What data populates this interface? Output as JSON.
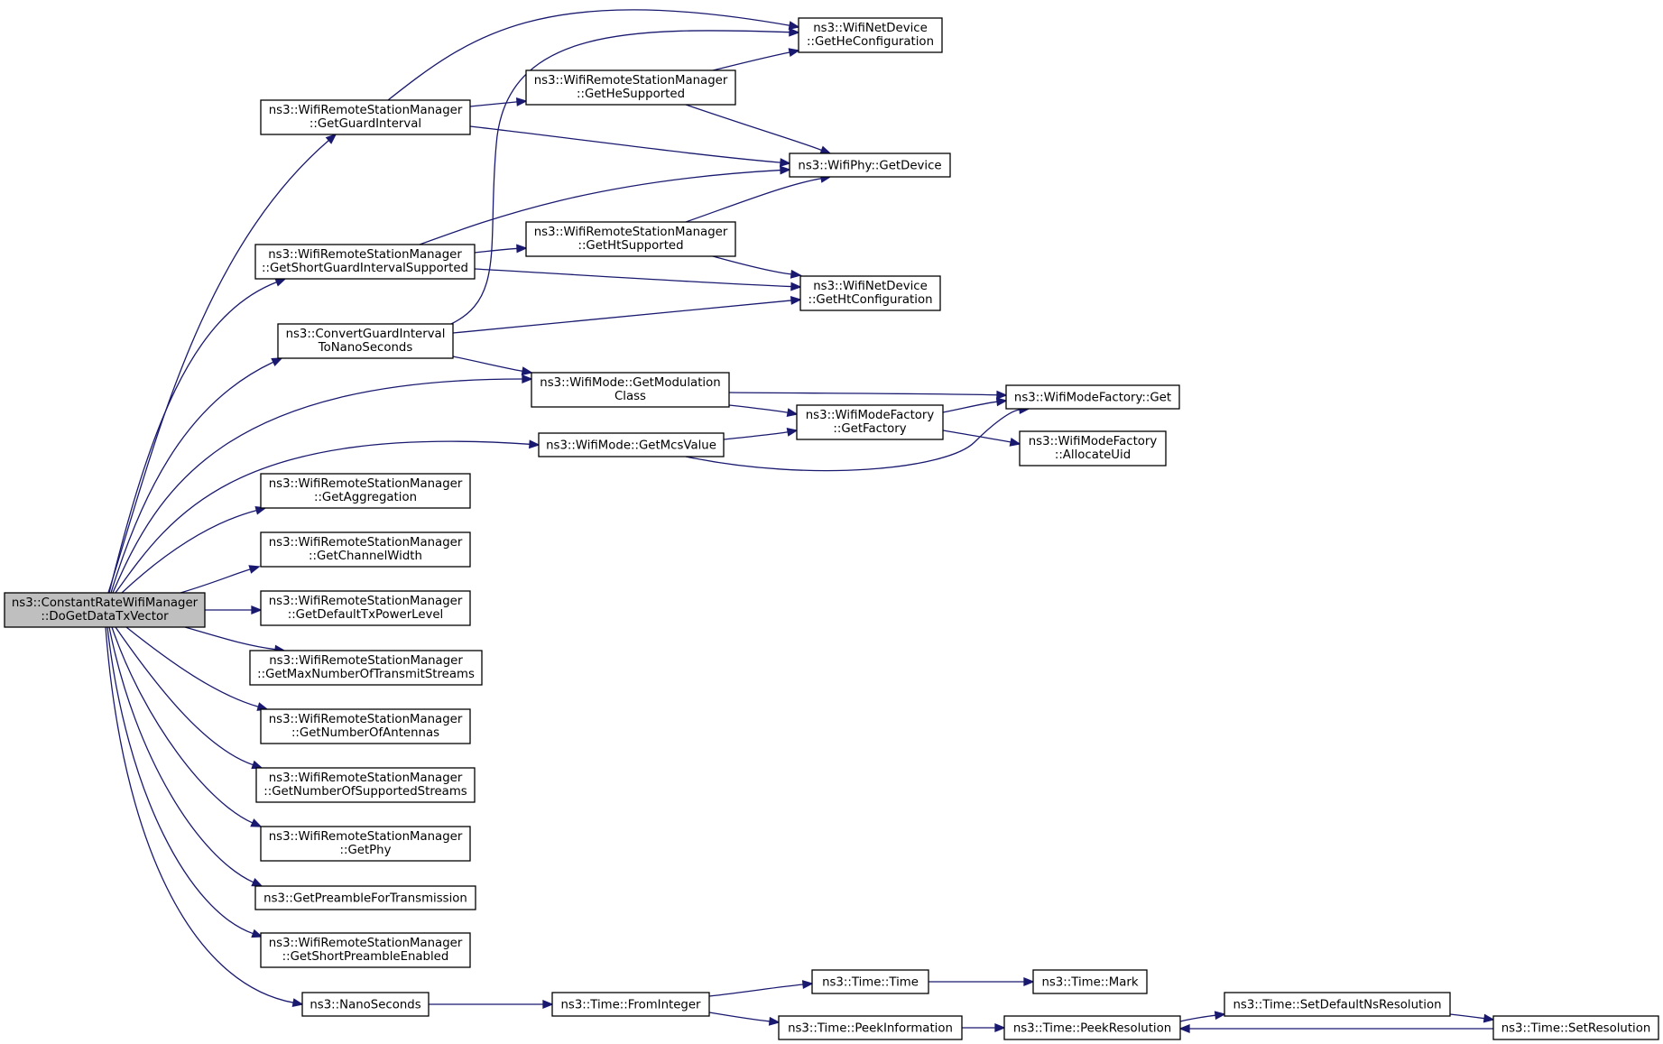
{
  "diagram": {
    "type": "call-graph",
    "nodes": [
      {
        "id": "root",
        "lines": [
          "ns3::ConstantRateWifiManager",
          "::DoGetDataTxVector"
        ]
      },
      {
        "id": "getGuardInterval",
        "lines": [
          "ns3::WifiRemoteStationManager",
          "::GetGuardInterval"
        ]
      },
      {
        "id": "getShortGI",
        "lines": [
          "ns3::WifiRemoteStationManager",
          "::GetShortGuardIntervalSupported"
        ]
      },
      {
        "id": "convertGI",
        "lines": [
          "ns3::ConvertGuardInterval",
          "ToNanoSeconds"
        ]
      },
      {
        "id": "getModClass",
        "lines": [
          "ns3::WifiMode::GetModulation",
          "Class"
        ]
      },
      {
        "id": "getMcs",
        "lines": [
          "ns3::WifiMode::GetMcsValue"
        ]
      },
      {
        "id": "getAggregation",
        "lines": [
          "ns3::WifiRemoteStationManager",
          "::GetAggregation"
        ]
      },
      {
        "id": "getChannelWidth",
        "lines": [
          "ns3::WifiRemoteStationManager",
          "::GetChannelWidth"
        ]
      },
      {
        "id": "getDefaultTxPower",
        "lines": [
          "ns3::WifiRemoteStationManager",
          "::GetDefaultTxPowerLevel"
        ]
      },
      {
        "id": "getMaxStreams",
        "lines": [
          "ns3::WifiRemoteStationManager",
          "::GetMaxNumberOfTransmitStreams"
        ]
      },
      {
        "id": "getNumAntennas",
        "lines": [
          "ns3::WifiRemoteStationManager",
          "::GetNumberOfAntennas"
        ]
      },
      {
        "id": "getNumStreams",
        "lines": [
          "ns3::WifiRemoteStationManager",
          "::GetNumberOfSupportedStreams"
        ]
      },
      {
        "id": "getPhy",
        "lines": [
          "ns3::WifiRemoteStationManager",
          "::GetPhy"
        ]
      },
      {
        "id": "getPreamble",
        "lines": [
          "ns3::GetPreambleForTransmission"
        ]
      },
      {
        "id": "getShortPreamble",
        "lines": [
          "ns3::WifiRemoteStationManager",
          "::GetShortPreambleEnabled"
        ]
      },
      {
        "id": "nanoSeconds",
        "lines": [
          "ns3::NanoSeconds"
        ]
      },
      {
        "id": "getHeSupported",
        "lines": [
          "ns3::WifiRemoteStationManager",
          "::GetHeSupported"
        ]
      },
      {
        "id": "getHtSupported",
        "lines": [
          "ns3::WifiRemoteStationManager",
          "::GetHtSupported"
        ]
      },
      {
        "id": "getHeConfig",
        "lines": [
          "ns3::WifiNetDevice",
          "::GetHeConfiguration"
        ]
      },
      {
        "id": "getDevice",
        "lines": [
          "ns3::WifiPhy::GetDevice"
        ]
      },
      {
        "id": "getHtConfig",
        "lines": [
          "ns3::WifiNetDevice",
          "::GetHtConfiguration"
        ]
      },
      {
        "id": "getFactory",
        "lines": [
          "ns3::WifiModeFactory",
          "::GetFactory"
        ]
      },
      {
        "id": "factoryGet",
        "lines": [
          "ns3::WifiModeFactory::Get"
        ]
      },
      {
        "id": "allocateUid",
        "lines": [
          "ns3::WifiModeFactory",
          "::AllocateUid"
        ]
      },
      {
        "id": "fromInteger",
        "lines": [
          "ns3::Time::FromInteger"
        ]
      },
      {
        "id": "timeTime",
        "lines": [
          "ns3::Time::Time"
        ]
      },
      {
        "id": "peekInfo",
        "lines": [
          "ns3::Time::PeekInformation"
        ]
      },
      {
        "id": "timeMark",
        "lines": [
          "ns3::Time::Mark"
        ]
      },
      {
        "id": "peekRes",
        "lines": [
          "ns3::Time::PeekResolution"
        ]
      },
      {
        "id": "setDefaultNs",
        "lines": [
          "ns3::Time::SetDefaultNsResolution"
        ]
      },
      {
        "id": "setRes",
        "lines": [
          "ns3::Time::SetResolution"
        ]
      }
    ],
    "edges": [
      [
        "root",
        "getGuardInterval"
      ],
      [
        "root",
        "getShortGI"
      ],
      [
        "root",
        "convertGI"
      ],
      [
        "root",
        "getModClass"
      ],
      [
        "root",
        "getMcs"
      ],
      [
        "root",
        "getAggregation"
      ],
      [
        "root",
        "getChannelWidth"
      ],
      [
        "root",
        "getDefaultTxPower"
      ],
      [
        "root",
        "getMaxStreams"
      ],
      [
        "root",
        "getNumAntennas"
      ],
      [
        "root",
        "getNumStreams"
      ],
      [
        "root",
        "getPhy"
      ],
      [
        "root",
        "getPreamble"
      ],
      [
        "root",
        "getShortPreamble"
      ],
      [
        "root",
        "nanoSeconds"
      ],
      [
        "getGuardInterval",
        "getHeConfig"
      ],
      [
        "getGuardInterval",
        "getHeSupported"
      ],
      [
        "getGuardInterval",
        "getDevice"
      ],
      [
        "getHeSupported",
        "getHeConfig"
      ],
      [
        "getHeSupported",
        "getDevice"
      ],
      [
        "getShortGI",
        "getDevice"
      ],
      [
        "getShortGI",
        "getHtSupported"
      ],
      [
        "getShortGI",
        "getHtConfig"
      ],
      [
        "getHtSupported",
        "getDevice"
      ],
      [
        "getHtSupported",
        "getHtConfig"
      ],
      [
        "convertGI",
        "getHeConfig"
      ],
      [
        "convertGI",
        "getHtConfig"
      ],
      [
        "convertGI",
        "getModClass"
      ],
      [
        "getModClass",
        "factoryGet"
      ],
      [
        "getModClass",
        "getFactory"
      ],
      [
        "getMcs",
        "getFactory"
      ],
      [
        "getMcs",
        "factoryGet"
      ],
      [
        "getFactory",
        "factoryGet"
      ],
      [
        "getFactory",
        "allocateUid"
      ],
      [
        "nanoSeconds",
        "fromInteger"
      ],
      [
        "fromInteger",
        "timeTime"
      ],
      [
        "fromInteger",
        "peekInfo"
      ],
      [
        "timeTime",
        "timeMark"
      ],
      [
        "peekInfo",
        "peekRes"
      ],
      [
        "peekRes",
        "setDefaultNs"
      ],
      [
        "setDefaultNs",
        "setRes"
      ],
      [
        "setRes",
        "peekRes"
      ]
    ]
  }
}
